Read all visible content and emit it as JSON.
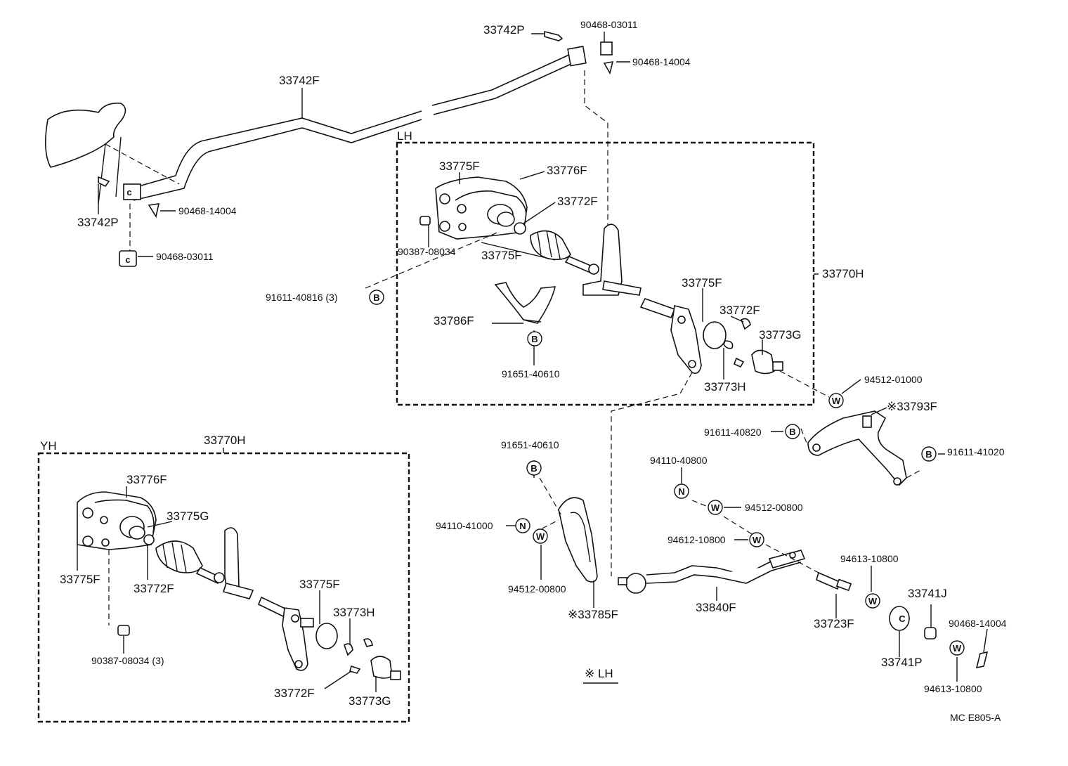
{
  "section_lh": "LH",
  "section_yh": "YH",
  "lh_note": "※ LH",
  "doc_code": "MC  E805-A",
  "labels": {
    "p33742P_top": "33742P",
    "p90468_03011_top": "90468-03011",
    "p90468_14004_top": "90468-14004",
    "p33742F": "33742F",
    "p33742P_left": "33742P",
    "p90468_14004_left": "90468-14004",
    "p90468_03011_left": "90468-03011",
    "p91611_40816": "91611-40816 (3)",
    "lh_33775F_a": "33775F",
    "lh_33776F": "33776F",
    "lh_33772F_a": "33772F",
    "lh_90387": "90387-08034",
    "lh_33775F_b": "33775F",
    "lh_33786F": "33786F",
    "lh_91651": "91651-40610",
    "lh_33775F_c": "33775F",
    "lh_33772F_b": "33772F",
    "lh_33773G": "33773G",
    "lh_33773H": "33773H",
    "p33770H_right": "33770H",
    "p94512_01000": "94512-01000",
    "p33793F": "※33793F",
    "p91611_40820": "91611-40820",
    "p91611_41020": "91611-41020",
    "p94110_40800": "94110-40800",
    "p94512_00800_r": "94512-00800",
    "p94612_10800": "94612-10800",
    "p91651_40610_mid": "91651-40610",
    "p94110_41000": "94110-41000",
    "p94512_00800_m": "94512-00800",
    "p33785F": "※33785F",
    "p33840F": "33840F",
    "p94613_10800_a": "94613-10800",
    "p33723F": "33723F",
    "p33741J": "33741J",
    "p90468_14004_r": "90468-14004",
    "p33741P": "33741P",
    "p94613_10800_b": "94613-10800",
    "yh_33770H": "33770H",
    "yh_33776F": "33776F",
    "yh_33775G": "33775G",
    "yh_33775F_a": "33775F",
    "yh_33772F_a": "33772F",
    "yh_90387": "90387-08034 (3)",
    "yh_33775F_b": "33775F",
    "yh_33773H": "33773H",
    "yh_33772F_b": "33772F",
    "yh_33773G": "33773G"
  },
  "callout_letters": {
    "b": "B",
    "w": "W",
    "n": "N",
    "c": "C"
  }
}
